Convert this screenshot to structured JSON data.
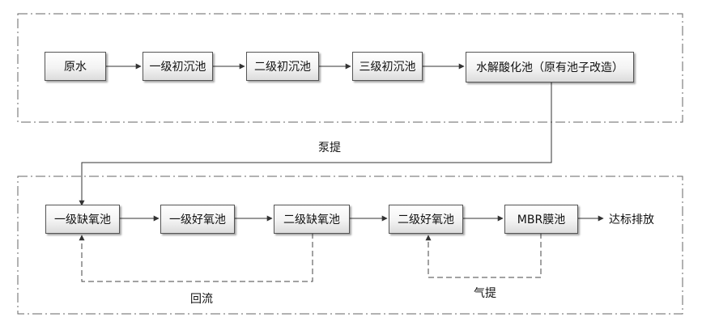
{
  "process": {
    "row1": [
      "原水",
      "一级初沉池",
      "二级初沉池",
      "三级初沉池",
      "水解酸化池（原有池子改造）"
    ],
    "row2": [
      "一级缺氧池",
      "一级好氧池",
      "二级缺氧池",
      "二级好氧池",
      "MBR膜池"
    ]
  },
  "labels": {
    "pump": "泵提",
    "discharge": "达标排放",
    "reflux": "回流",
    "air_lift": "气提"
  }
}
